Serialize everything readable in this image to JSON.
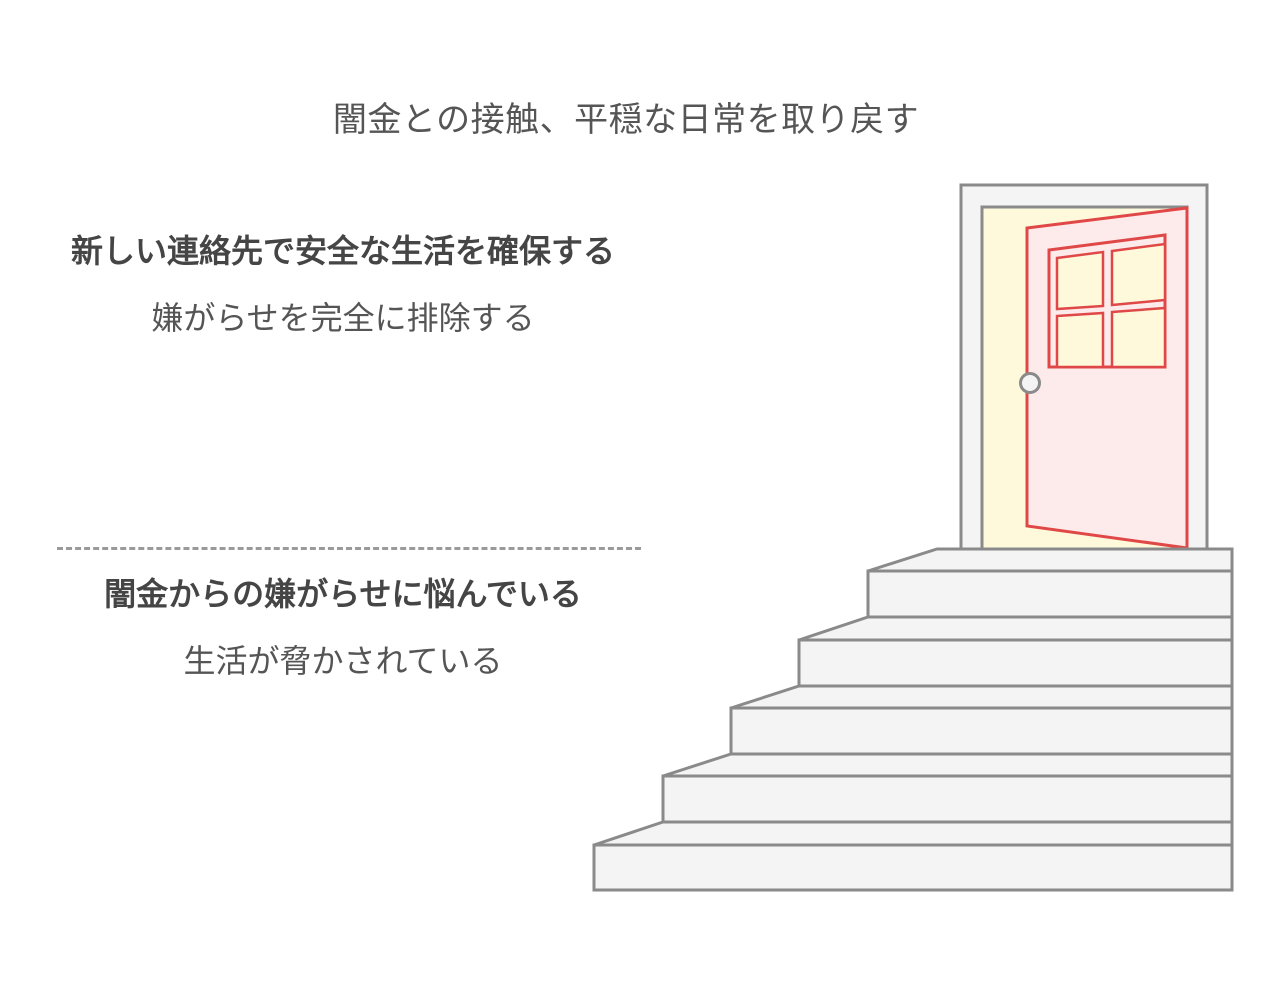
{
  "title": "闇金との接触、平穏な日常を取り戻す",
  "stages": [
    {
      "heading": "新しい連絡先で安全な生活を確保する",
      "description": "嫌がらせを完全に排除する",
      "level": "top"
    },
    {
      "heading": "闇金からの嫌がらせに悩んでいる",
      "description": "生活が脅かされている",
      "level": "bottom"
    }
  ],
  "illustration": {
    "elements": [
      "staircase-icon",
      "open-door-icon"
    ],
    "step_count": 5,
    "colors": {
      "outline_gray": "#8a8a8a",
      "step_fill": "#f4f4f4",
      "frame_fill": "#f4f4f4",
      "doorway_fill": "#fff9db",
      "door_fill": "#fdebeb",
      "door_stroke": "#e04848",
      "window_fill": "#fff9db"
    }
  },
  "divider": {
    "style": "dashed",
    "color": "#9a9a9a"
  }
}
